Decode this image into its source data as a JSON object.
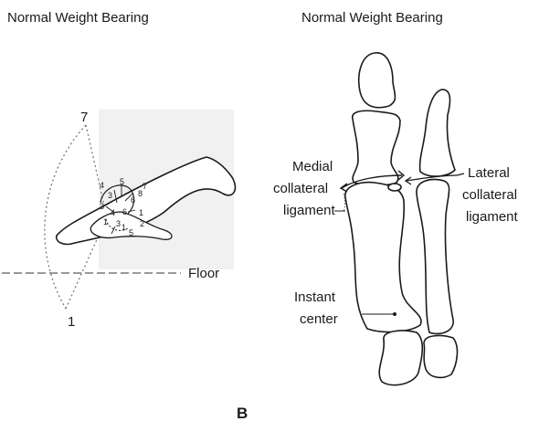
{
  "left_panel": {
    "title": "Normal Weight Bearing",
    "arc_top_number": "7",
    "arc_bottom_number": "1",
    "floor_label": "Floor",
    "point_numbers": [
      "3",
      "4",
      "5",
      "7",
      "3",
      "6",
      "8",
      "1",
      "4",
      "6",
      "1",
      "2",
      "1",
      "5",
      "3"
    ]
  },
  "right_panel": {
    "title": "Normal Weight Bearing",
    "medial_label_line1": "Medial",
    "medial_label_line2": "collateral",
    "medial_label_line3": "ligament",
    "lateral_label_line1": "Lateral",
    "lateral_label_line2": "collateral",
    "lateral_label_line3": "ligament",
    "instant_label_line1": "Instant",
    "instant_label_line2": "center"
  },
  "caption": "B",
  "colors": {
    "ink": "#1a1a1a",
    "dotted": "#777777",
    "background": "#ffffff"
  }
}
